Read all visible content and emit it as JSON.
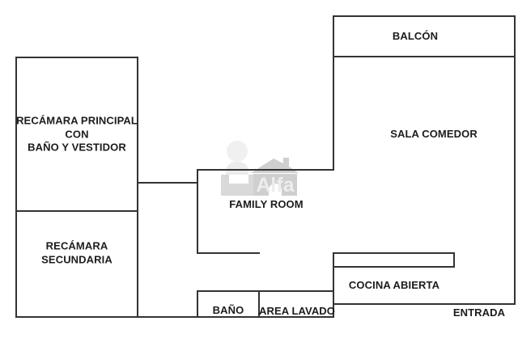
{
  "floorplan": {
    "rooms": {
      "recamara_principal": {
        "lines": [
          "RECÁMARA PRINCIPAL",
          "CON",
          "BAÑO Y VESTIDOR"
        ]
      },
      "recamara_secundaria": {
        "lines": [
          "RECÁMARA",
          "SECUNDARIA"
        ]
      },
      "balcon": {
        "label": "BALCÓN"
      },
      "sala_comedor": {
        "label": "SALA COMEDOR"
      },
      "family_room": {
        "label": "FAMILY ROOM"
      },
      "cocina_abierta": {
        "label": "COCINA ABIERTA"
      },
      "bano": {
        "label": "BAÑO"
      },
      "area_lavado": {
        "label": "AREA LAVADO"
      },
      "entrada": {
        "label": "ENTRADA"
      }
    },
    "watermark": {
      "text": "Alfa"
    },
    "colors": {
      "wall": "#333333",
      "text": "#1c1c1c",
      "background": "#ffffff",
      "watermark_gray": "#cfcfcf",
      "watermark_light": "#ececec"
    }
  }
}
